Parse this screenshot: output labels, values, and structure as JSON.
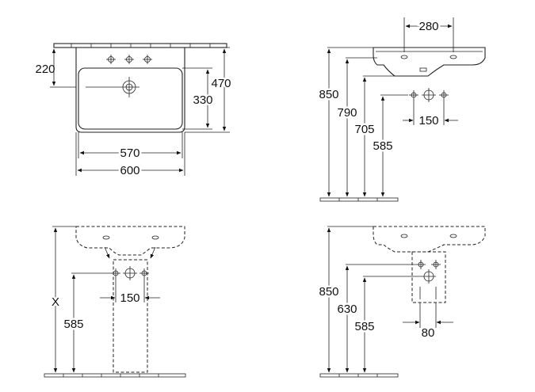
{
  "views": {
    "front": {
      "dims": {
        "top_to_hole": "220",
        "depth": "470",
        "bowl": "330",
        "inner_width": "570",
        "outer_width": "600"
      }
    },
    "side": {
      "dims": {
        "tap_spacing": "280",
        "h_top": "850",
        "h_rim": "790",
        "h_bottom": "705",
        "h_waste": "585",
        "waste_spacing": "150"
      }
    },
    "pedestal_front": {
      "dims": {
        "variable_height": "X",
        "h_waste": "585",
        "waste_spacing": "150"
      }
    },
    "pedestal_side": {
      "dims": {
        "h_top": "850",
        "h_mid": "630",
        "h_waste": "585",
        "pipe_width": "80"
      }
    }
  }
}
